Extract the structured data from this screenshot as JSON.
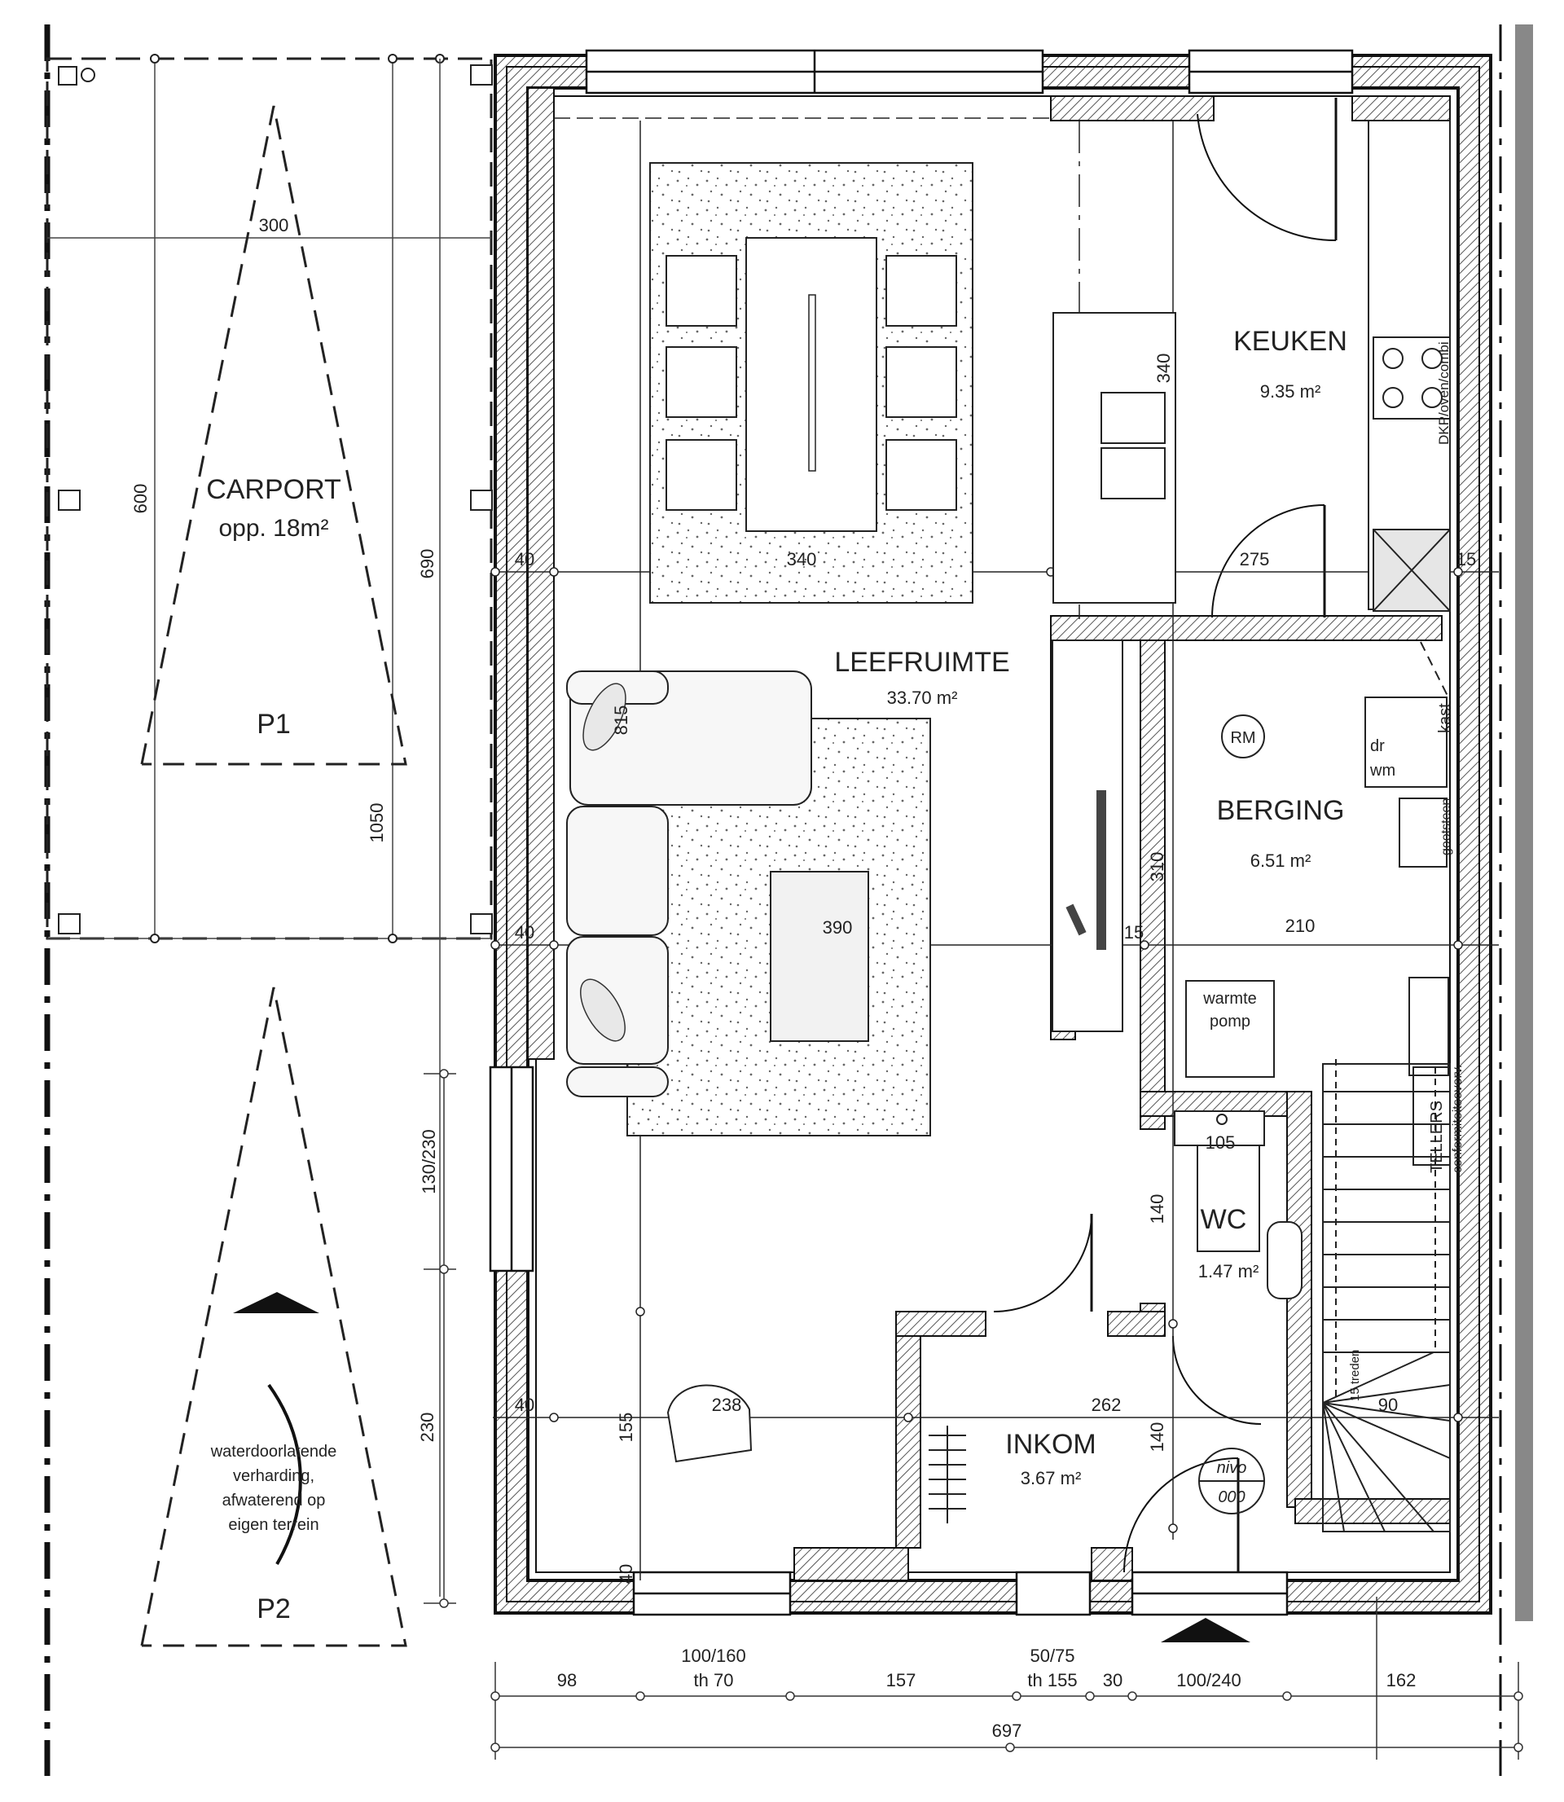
{
  "carport": {
    "title": "CARPORT",
    "area": "opp. 18m²",
    "parking": [
      "P1",
      "P2"
    ],
    "paving_note": [
      "waterdoorlatende",
      "verharding,",
      "afwaterend op",
      "eigen terrein"
    ]
  },
  "rooms": {
    "keuken": {
      "name": "KEUKEN",
      "area": "9.35 m²"
    },
    "leefruimte": {
      "name": "LEEFRUIMTE",
      "area": "33.70 m²"
    },
    "berging": {
      "name": "BERGING",
      "area": "6.51 m²"
    },
    "wc": {
      "name": "WC",
      "area": "1.47 m²"
    },
    "inkom": {
      "name": "INKOM",
      "area": "3.67 m²"
    }
  },
  "labels": {
    "rm": "RM",
    "dr": "dr",
    "wm": "wm",
    "warmte": "warmte",
    "pomp": "pomp",
    "kast": "kast",
    "gootsteen": "gootsteen",
    "nivo": "nivo",
    "nivo_val": "000",
    "kookplaat": "DKP/oven/combi",
    "tellers": "TELLERS",
    "conformiteit": "conformiteitsoverv.",
    "trap": "15 treden"
  },
  "dims": {
    "d300": "300",
    "d600": "600",
    "d690": "690",
    "d1050": "1050",
    "d130230": "130/230",
    "d230": "230",
    "d340a": "340",
    "d340b": "340",
    "d275": "275",
    "d40a": "40",
    "d40b": "40",
    "d40c": "40",
    "d15a": "15",
    "d15b": "15",
    "d815": "815",
    "d390": "390",
    "d310": "310",
    "d210": "210",
    "d105": "105",
    "d140a": "140",
    "d140b": "140",
    "d238": "238",
    "d262": "262",
    "d155": "155",
    "d90": "90",
    "d40d": "40",
    "b98": "98",
    "b100160": "100/160",
    "bth70": "th 70",
    "b157": "157",
    "b5075": "50/75",
    "bth155": "th 155",
    "b30": "30",
    "b100240": "100/240",
    "b162": "162",
    "b697": "697"
  }
}
